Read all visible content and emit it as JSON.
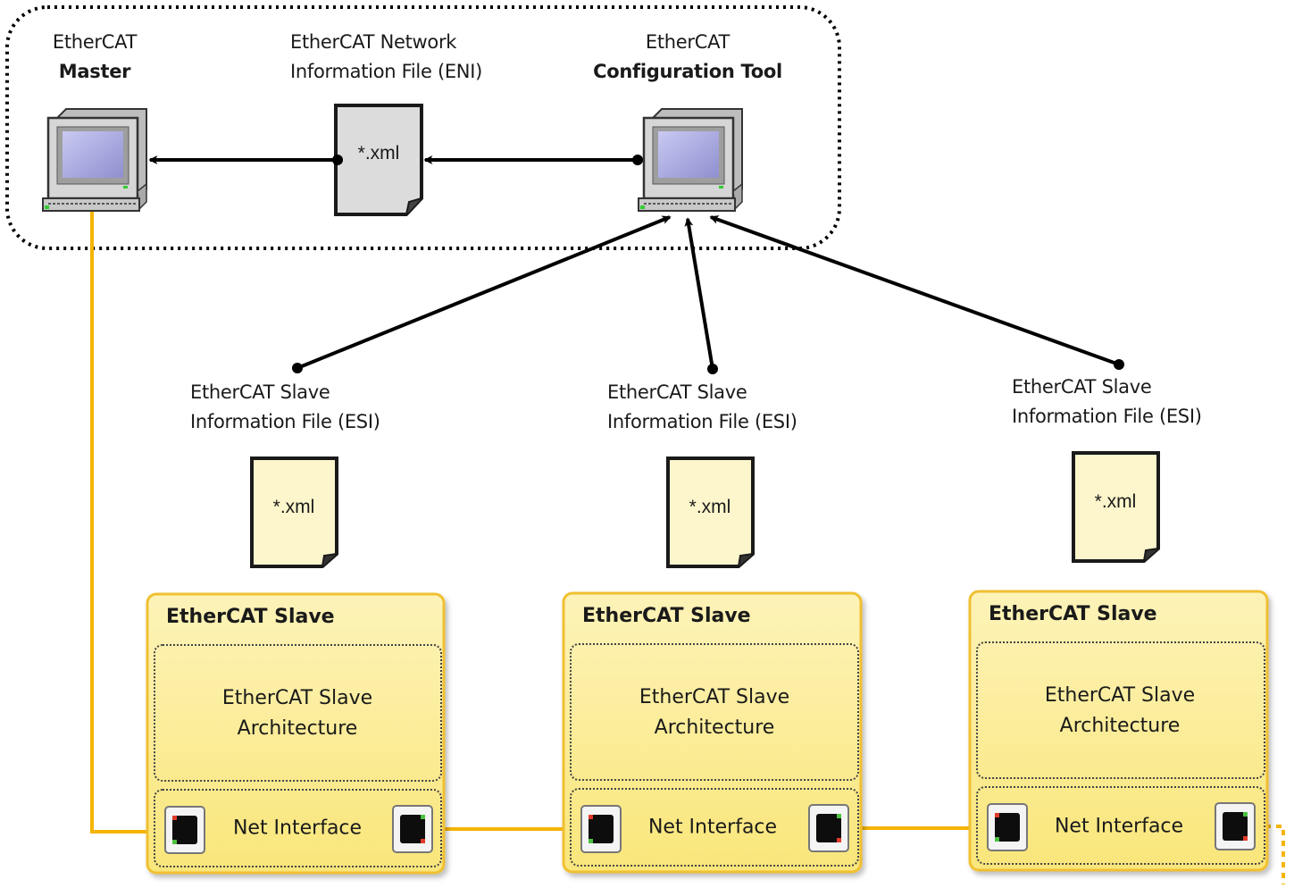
{
  "colors": {
    "cable": "#f5b400",
    "slave_fill": "#fbed9a",
    "slave_border": "#f0c030",
    "esi_doc_fill": "#fdf6cc",
    "eni_doc_fill": "#dcdcdc",
    "screen": "#a9a9e0",
    "line": "#000000"
  },
  "config_group": {
    "master": {
      "line1": "EtherCAT",
      "line2": "Master",
      "icon": "computer-icon"
    },
    "eni": {
      "line1": "EtherCAT Network",
      "line2": "Information File (ENI)",
      "file_label": "*.xml",
      "icon": "document-icon"
    },
    "tool": {
      "line1": "EtherCAT",
      "line2": "Configuration Tool",
      "icon": "computer-icon"
    }
  },
  "esi_files": [
    {
      "line1": "EtherCAT Slave",
      "line2": "Information File (ESI)",
      "file_label": "*.xml"
    },
    {
      "line1": "EtherCAT Slave",
      "line2": "Information File (ESI)",
      "file_label": "*.xml"
    },
    {
      "line1": "EtherCAT Slave",
      "line2": "Information File (ESI)",
      "file_label": "*.xml"
    }
  ],
  "slaves": [
    {
      "title": "EtherCAT Slave",
      "arch_line1": "EtherCAT Slave",
      "arch_line2": "Architecture",
      "net": "Net Interface"
    },
    {
      "title": "EtherCAT Slave",
      "arch_line1": "EtherCAT Slave",
      "arch_line2": "Architecture",
      "net": "Net Interface"
    },
    {
      "title": "EtherCAT Slave",
      "arch_line1": "EtherCAT Slave",
      "arch_line2": "Architecture",
      "net": "Net Interface"
    }
  ]
}
